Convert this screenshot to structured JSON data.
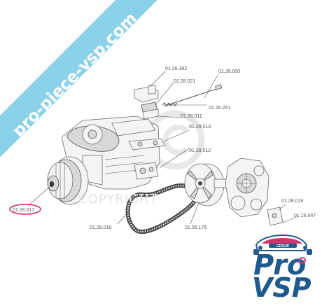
{
  "banner": {
    "text": "pro-piece-vsp.com",
    "color": "#8cd1ea"
  },
  "watermark": {
    "text": "COPYRIGHT",
    "symbol": "©"
  },
  "part_labels": [
    {
      "id": "p1",
      "text": "01.26.182"
    },
    {
      "id": "p2",
      "text": "01.28.000"
    },
    {
      "id": "p3",
      "text": "01.28.021"
    },
    {
      "id": "p4",
      "text": "01.26.251"
    },
    {
      "id": "p5",
      "text": "01.28.011"
    },
    {
      "id": "p6",
      "text": "01.28.013"
    },
    {
      "id": "p7",
      "text": "01.28.012"
    },
    {
      "id": "p8",
      "text": "01.28.017"
    },
    {
      "id": "p9",
      "text": "01.28.018"
    },
    {
      "id": "p10",
      "text": "01.26.175"
    },
    {
      "id": "p11",
      "text": "01.28.019"
    },
    {
      "id": "p12",
      "text": "01.16.047"
    }
  ],
  "highlight": {
    "label_id": "p8",
    "color": "#d1336b"
  },
  "logo": {
    "badge": "GROUP",
    "line1": "Pro",
    "line2": "VSP",
    "primary_color": "#1f5a8f",
    "accent_color": "#d1336b"
  }
}
